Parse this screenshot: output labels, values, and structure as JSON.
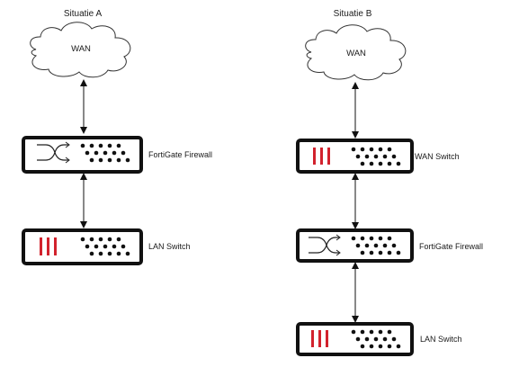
{
  "situation_a": {
    "title": "Situatie A",
    "wan_label": "WAN",
    "devices": [
      {
        "icon": "crossover-arrows-icon",
        "label": "FortiGate Firewall"
      },
      {
        "icon": "red-bars-icon",
        "label": "LAN Switch"
      }
    ]
  },
  "situation_b": {
    "title": "Situatie B",
    "wan_label": "WAN",
    "devices": [
      {
        "icon": "red-bars-icon",
        "label": "WAN Switch"
      },
      {
        "icon": "crossover-arrows-icon",
        "label": "FortiGate Firewall"
      },
      {
        "icon": "red-bars-icon",
        "label": "LAN Switch"
      }
    ]
  },
  "colors": {
    "device_border": "#111111",
    "switch_bars": "#d2222d",
    "cloud_stroke": "#333333",
    "arrow": "#111111"
  }
}
